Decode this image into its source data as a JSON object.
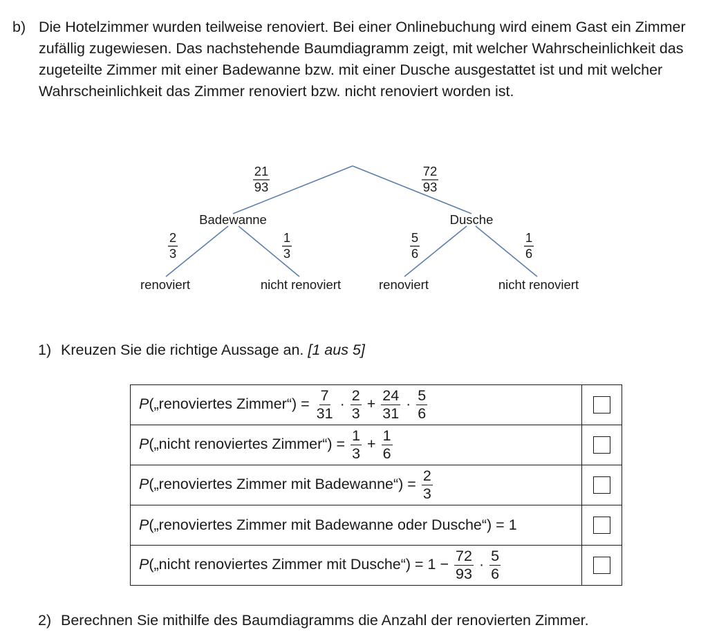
{
  "intro": {
    "label": "b)",
    "text": "Die Hotelzimmer wurden teilweise renoviert. Bei einer Onlinebuchung wird einem Gast ein Zimmer zufällig zugewiesen. Das nachstehende Baumdiagramm zeigt, mit welcher Wahrscheinlichkeit das zugeteilte Zimmer mit einer Badewanne bzw. mit einer Dusche ausgestattet ist und mit welcher Wahrscheinlichkeit das Zimmer renoviert bzw. nicht renoviert worden ist."
  },
  "tree": {
    "level1": [
      {
        "label": "Badewanne",
        "prob": {
          "num": "21",
          "den": "93"
        }
      },
      {
        "label": "Dusche",
        "prob": {
          "num": "72",
          "den": "93"
        }
      }
    ],
    "level2": [
      {
        "label": "renoviert",
        "prob": {
          "num": "2",
          "den": "3"
        }
      },
      {
        "label": "nicht renoviert",
        "prob": {
          "num": "1",
          "den": "3"
        }
      },
      {
        "label": "renoviert",
        "prob": {
          "num": "5",
          "den": "6"
        }
      },
      {
        "label": "nicht renoviert",
        "prob": {
          "num": "1",
          "den": "6"
        }
      }
    ]
  },
  "task1": {
    "num": "1)",
    "text": "Kreuzen Sie die richtige Aussage an.",
    "hint": "[1 aus 5]",
    "rows": [
      {
        "p": "P",
        "lhs": "(„renoviertes Zimmer“) =",
        "f1n": "7",
        "f1d": "31",
        "f2n": "2",
        "f2d": "3",
        "plus": "+",
        "f3n": "24",
        "f3d": "31",
        "f4n": "5",
        "f4d": "6",
        "dot": "·"
      },
      {
        "p": "P",
        "lhs": "(„nicht renoviertes Zimmer“) =",
        "f1n": "1",
        "f1d": "3",
        "plus": "+",
        "f2n": "1",
        "f2d": "6"
      },
      {
        "p": "P",
        "lhs": "(„renoviertes Zimmer mit Badewanne“) =",
        "f1n": "2",
        "f1d": "3"
      },
      {
        "p": "P",
        "lhs": "(„renoviertes Zimmer mit Badewanne oder Dusche“) = 1"
      },
      {
        "p": "P",
        "lhs": "(„nicht renoviertes Zimmer mit Dusche“) = 1 −",
        "f1n": "72",
        "f1d": "93",
        "dot": "·",
        "f2n": "5",
        "f2d": "6"
      }
    ]
  },
  "task2": {
    "num": "2)",
    "text": "Berechnen Sie mithilfe des Baumdiagramms die Anzahl der renovierten Zimmer."
  }
}
